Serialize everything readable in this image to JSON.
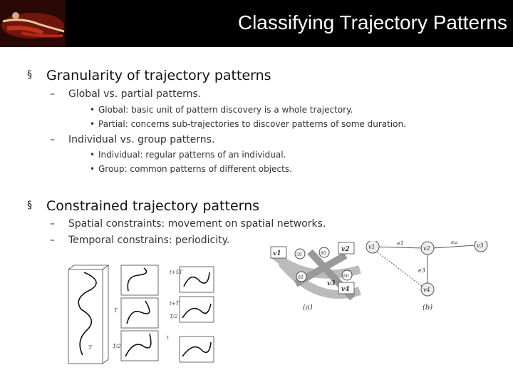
{
  "slide": {
    "title": "Classifying Trajectory Patterns",
    "sections": [
      {
        "bullet": "§",
        "heading": "Granularity of trajectory patterns",
        "subitems": [
          {
            "dash": "–",
            "text": "Global vs. partial patterns.",
            "points": [
              "Global: basic unit of pattern discovery is a whole trajectory.",
              "Partial: concerns sub-trajectories to discover patterns of some duration."
            ]
          },
          {
            "dash": "–",
            "text": "Individual vs. group patterns.",
            "points": [
              "Individual: regular patterns of an individual.",
              "Group: common patterns of different objects."
            ]
          }
        ]
      },
      {
        "bullet": "§",
        "heading": "Constrained trajectory patterns",
        "subitems": [
          {
            "dash": "–",
            "text": "Spatial constraints: movement on spatial networks."
          },
          {
            "dash": "–",
            "text": "Temporal constrains: periodicity."
          }
        ]
      }
    ]
  },
  "figure_network": {
    "nodes_a": [
      "v1",
      "v2",
      "v3",
      "v4"
    ],
    "speed_signs": [
      "50",
      "80",
      "60",
      "60"
    ],
    "label_a": "(a)",
    "nodes_b": [
      "v1",
      "v2",
      "v3",
      "v4"
    ],
    "edges_b": [
      "e1",
      "e2",
      "e3"
    ],
    "label_b": "(b)"
  },
  "figure_grid": {
    "labels": [
      "t+5T",
      "t+T",
      "T/2",
      "T",
      "T/2",
      "T",
      "t"
    ]
  }
}
